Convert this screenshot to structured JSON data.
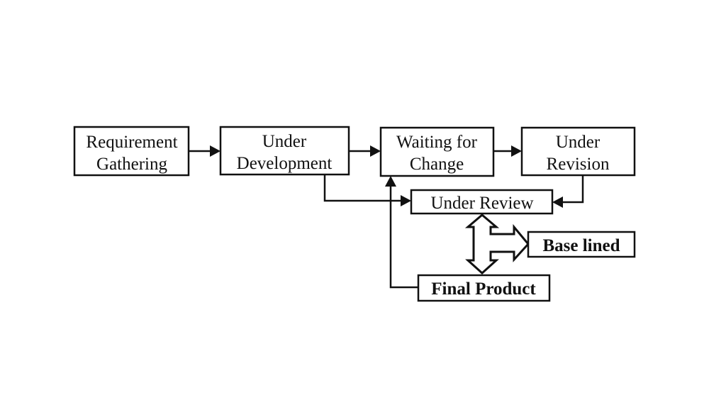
{
  "nodes": {
    "requirement": {
      "line1": "Requirement",
      "line2": "Gathering"
    },
    "development": {
      "line1": "Under",
      "line2": "Development"
    },
    "waiting": {
      "line1": "Waiting for",
      "line2": "Change"
    },
    "revision": {
      "line1": "Under",
      "line2": "Revision"
    },
    "review": {
      "label": "Under Review"
    },
    "baselined": {
      "label": "Base lined"
    },
    "final": {
      "label": "Final Product"
    }
  }
}
